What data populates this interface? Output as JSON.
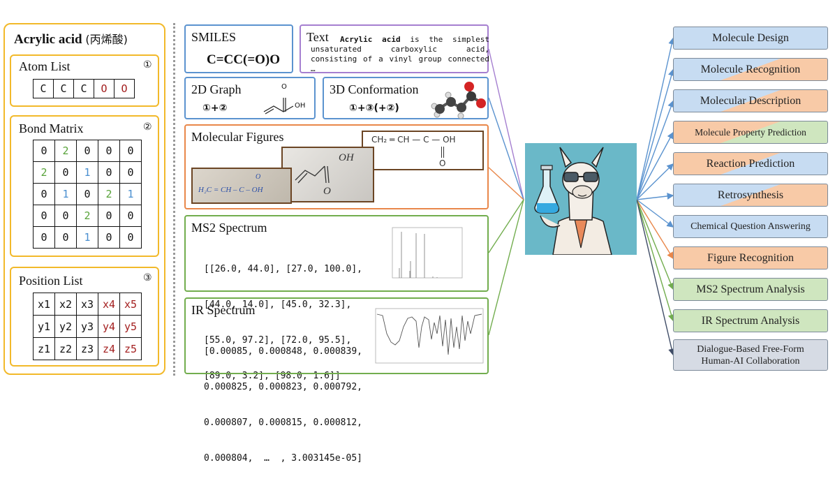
{
  "left_panel": {
    "title_en": "Acrylic acid",
    "title_cn": "(丙烯酸)",
    "atom_list": {
      "label": "Atom List",
      "marker": "①",
      "cells": [
        "C",
        "C",
        "C",
        "O",
        "O"
      ]
    },
    "bond_matrix": {
      "label": "Bond Matrix",
      "marker": "②",
      "rows": [
        [
          "0",
          "2",
          "0",
          "0",
          "0"
        ],
        [
          "2",
          "0",
          "1",
          "0",
          "0"
        ],
        [
          "0",
          "1",
          "0",
          "2",
          "1"
        ],
        [
          "0",
          "0",
          "2",
          "0",
          "0"
        ],
        [
          "0",
          "0",
          "1",
          "0",
          "0"
        ]
      ]
    },
    "position_list": {
      "label": "Position List",
      "marker": "③",
      "rows": [
        [
          "x1",
          "x2",
          "x3",
          "x4",
          "x5"
        ],
        [
          "y1",
          "y2",
          "y3",
          "y4",
          "y5"
        ],
        [
          "z1",
          "z2",
          "z3",
          "z4",
          "z5"
        ]
      ]
    }
  },
  "representations": {
    "smiles": {
      "label": "SMILES",
      "value": "C=CC(=O)O"
    },
    "text": {
      "label": "Text",
      "bold": "Acrylic acid",
      "body": " is the simplest unsaturated carboxylic acid, consisting of a vinyl group connected …"
    },
    "graph2d": {
      "label": "2D Graph",
      "formula": "①+②",
      "atom_label": "OH",
      "atom_o": "O"
    },
    "conf3d": {
      "label": "3D Conformation",
      "formula": "①+③(+②)"
    },
    "figures": {
      "label": "Molecular Figures",
      "printed_text": "CH₂ ═ CH — C — OH",
      "printed_o": "O",
      "hand1": "OH",
      "hand1_o": "O",
      "hand2": "H₂C = CH – C – OH",
      "hand2_o": "O"
    },
    "ms2": {
      "label": "MS2 Spectrum",
      "lines": [
        "[[26.0, 44.0], [27.0, 100.0],",
        "[44.0, 14.0], [45.0, 32.3],",
        "[55.0, 97.2], [72.0, 95.5],",
        "[89.0, 3.2], [98.0, 1.6]]"
      ]
    },
    "ir": {
      "label": "IR Spectrum",
      "lines": [
        "[0.00085, 0.000848, 0.000839,",
        "0.000825, 0.000823, 0.000792,",
        "0.000807, 0.000815, 0.000812,",
        "0.000804,  …  , 3.003145e-05]"
      ]
    }
  },
  "tasks": [
    {
      "label": "Molecule Design",
      "colors": [
        "#c7dcf2",
        "#c7dcf2"
      ]
    },
    {
      "label": "Molecule Recognition",
      "colors": [
        "#c7dcf2",
        "#f8caa7"
      ]
    },
    {
      "label": "Molecular Description",
      "colors": [
        "#c7dcf2",
        "#f8caa7"
      ]
    },
    {
      "label": "Molecule Property Prediction",
      "colors": [
        "#f8caa7",
        "#cfe6bf"
      ]
    },
    {
      "label": "Reaction Prediction",
      "colors": [
        "#f8caa7",
        "#c7dcf2"
      ]
    },
    {
      "label": "Retrosynthesis",
      "colors": [
        "#c7dcf2",
        "#f8caa7"
      ]
    },
    {
      "label": "Chemical Question Answering",
      "colors": [
        "#c7dcf2",
        "#c7dcf2"
      ]
    },
    {
      "label": "Figure Recognition",
      "colors": [
        "#f8caa7",
        "#f8caa7"
      ]
    },
    {
      "label": "MS2 Spectrum Analysis",
      "colors": [
        "#cfe6bf",
        "#cfe6bf"
      ]
    },
    {
      "label": "IR Spectrum Analysis",
      "colors": [
        "#cfe6bf",
        "#cfe6bf"
      ]
    },
    {
      "label": "Dialogue-Based Free-Form Human-AI Collaboration",
      "colors": [
        "#d6dbe4",
        "#d6dbe4"
      ]
    }
  ],
  "colors": {
    "yellow": "#f2b92a",
    "blue": "#5b93cf",
    "purple": "#a57fd0",
    "orange": "#e9874a",
    "green": "#72ad4e",
    "navy": "#3f4c66"
  }
}
